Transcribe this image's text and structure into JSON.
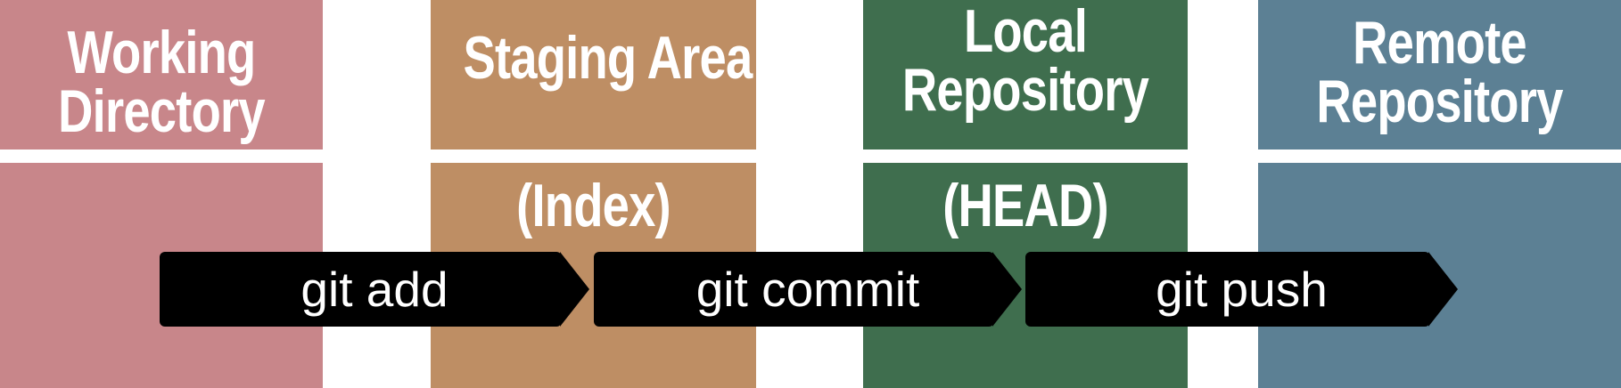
{
  "colors": {
    "background": "#ffffff",
    "arrow_fill": "#000000",
    "arrow_text": "#ffffff",
    "header_text": "#ffffff"
  },
  "columns": [
    {
      "id": "working-directory",
      "line1": "Working",
      "line2": "Directory",
      "subtitle": "",
      "color": "#c8868a"
    },
    {
      "id": "staging-area",
      "line1": "Staging Area",
      "line2": "",
      "subtitle": "(Index)",
      "color": "#be8e64"
    },
    {
      "id": "local-repository",
      "line1": "Local",
      "line2": "Repository",
      "subtitle": "(HEAD)",
      "color": "#3f6e4e"
    },
    {
      "id": "remote-repository",
      "line1": "Remote",
      "line2": "Repository",
      "subtitle": "",
      "color": "#5c8094"
    }
  ],
  "arrows": [
    {
      "label": "git add"
    },
    {
      "label": "git commit"
    },
    {
      "label": "git push"
    }
  ]
}
